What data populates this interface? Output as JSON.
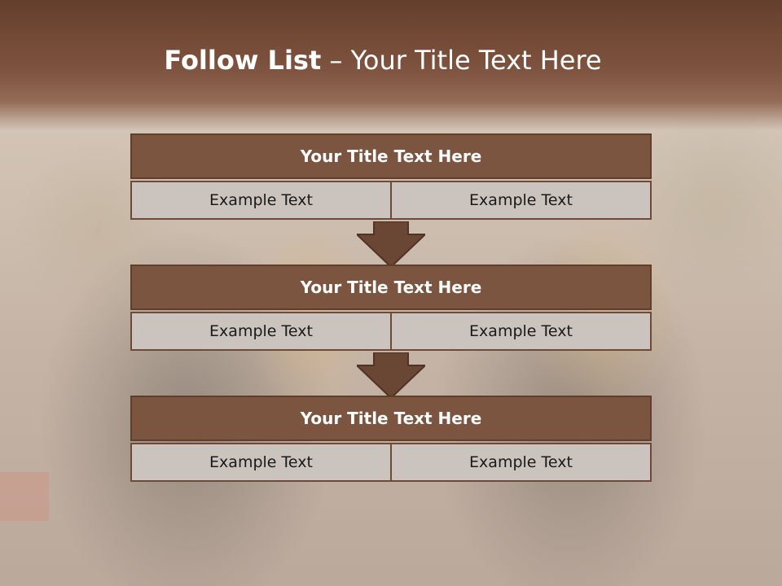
{
  "title": {
    "bold": "Follow List",
    "rest": "– Your Title Text Here"
  },
  "blocks": [
    {
      "heading": "Your Title Text Here",
      "left": "Example Text",
      "right": "Example Text"
    },
    {
      "heading": "Your Title Text Here",
      "left": "Example Text",
      "right": "Example Text"
    },
    {
      "heading": "Your Title Text Here",
      "left": "Example Text",
      "right": "Example Text"
    }
  ],
  "colors": {
    "header": "#7b5540",
    "cell": "#cbc3bd",
    "arrow": "#6a4634"
  }
}
